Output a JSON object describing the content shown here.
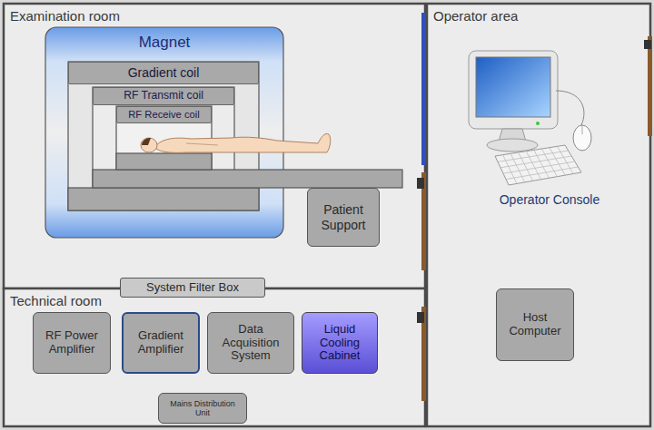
{
  "diagram": {
    "nodes": [
      {
        "text": [
          "Examination room"
        ]
      },
      {
        "text": [
          "Magnet"
        ],
        "in": 0
      },
      {
        "text": [
          "Gradient coil"
        ],
        "in": 1
      },
      {
        "text": [
          "RF Transmit coil"
        ],
        "in": 1
      },
      {
        "text": [
          "RF Receive coil"
        ],
        "in": 1
      },
      {
        "text": [
          "Patient Support"
        ],
        "in": 0
      },
      {
        "text": [
          "Operator area"
        ]
      },
      {
        "text": [
          "Host Computer"
        ],
        "in": 6
      },
      {
        "text": [
          "System Filter Box"
        ]
      },
      {
        "text": [
          "Technical room"
        ]
      },
      {
        "text": [
          "RF Power Amplifier"
        ],
        "in": 9
      },
      {
        "text": [
          "Gradient Amplifier"
        ],
        "in": 9
      },
      {
        "text": [
          "Data Acquisition System"
        ],
        "in": 9
      },
      {
        "text": [
          "Liquid Cooling Cabinet"
        ],
        "in": 9
      },
      {
        "text": [
          "Mains Distribution Unit"
        ],
        "in": 9
      }
    ],
    "labels": [
      "Operator Console"
    ]
  }
}
